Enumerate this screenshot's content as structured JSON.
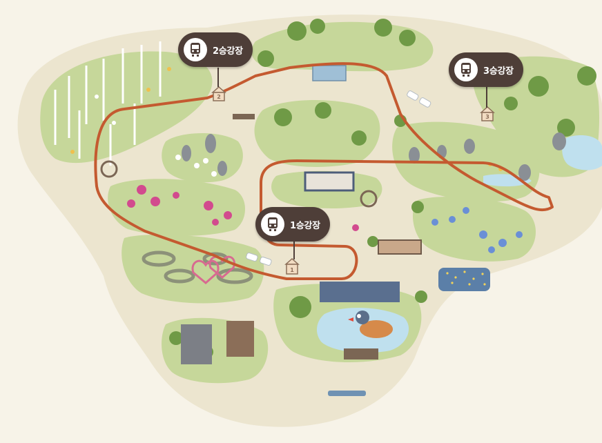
{
  "stations": [
    {
      "id": "1",
      "label": "1승강장",
      "sign": "1"
    },
    {
      "id": "2",
      "label": "2승강장",
      "sign": "2"
    },
    {
      "id": "3",
      "label": "3승강장",
      "sign": "3"
    }
  ],
  "colors": {
    "background": "#f7f3e8",
    "land": "#ece5cf",
    "grass": "#c6d79a",
    "grass_dark": "#a9c27a",
    "tree": "#6f9a46",
    "route": "#c45a30",
    "pin": "#4e3e38",
    "water": "#bfe0ee",
    "flower_pink": "#d24a8e",
    "flower_blue": "#6a8fd6"
  },
  "icons": {
    "tram": "tram-icon",
    "station_sign": "station-sign-icon",
    "duck": "mandarin-duck-icon",
    "greenhouse": "greenhouse-icon",
    "waterwheel": "waterwheel-icon"
  }
}
